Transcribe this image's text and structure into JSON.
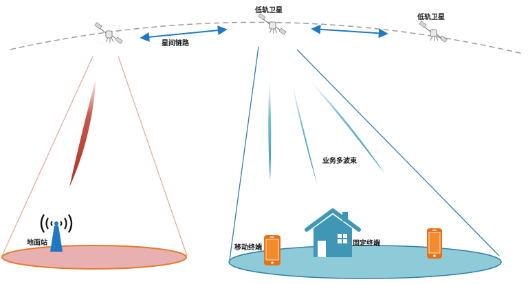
{
  "labels": {
    "leo_satellite_center": "低轨卫星",
    "leo_satellite_right": "低轨卫星",
    "inter_satellite_link": "星间链路",
    "multi_beam": "业务多波束",
    "ground_station": "地面站",
    "mobile_terminal": "移动终端",
    "fixed_terminal": "固定终端"
  },
  "colors": {
    "orbit": "#9a9a9a",
    "link_arrow": "#1f78c1",
    "left_cone": "#e4a598",
    "left_footprint": "#e8b0b0",
    "left_footprint_edge": "#e57b2a",
    "left_beam": "#c0392b",
    "right_cone": "#2f7fa6",
    "right_footprint": "#8ecbd9",
    "right_beam": "#3aa2bf",
    "house": "#3f97b5",
    "phone": "#e86f14",
    "tower": "#1f78c1"
  },
  "icons": {
    "satellite": "satellite-icon",
    "tower": "radio-tower-icon",
    "house": "house-icon",
    "phone": "mobile-phone-icon"
  }
}
